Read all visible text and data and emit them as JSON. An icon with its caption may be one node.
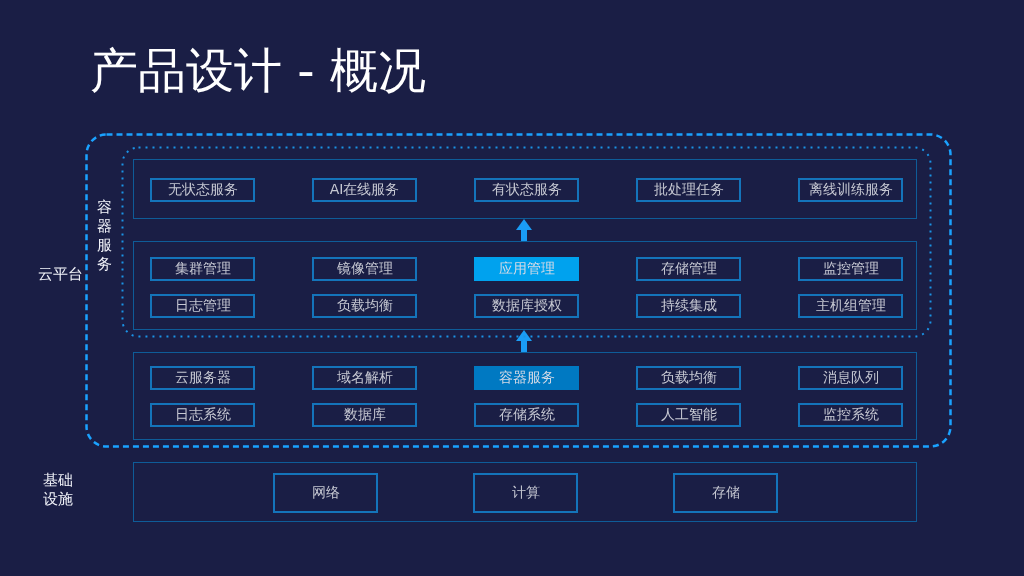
{
  "diagram": {
    "title": "产品设计 - 概况",
    "nodes": [
      {
        "text": [
          "云平台"
        ]
      },
      {
        "text": [
          "容器服务"
        ],
        "in": 0
      },
      {
        "text": [],
        "shape": "box",
        "in": 1
      },
      {
        "text": [
          "无状态服务"
        ],
        "in": 2
      },
      {
        "text": [
          "AI在线服务"
        ],
        "in": 2
      },
      {
        "text": [
          "有状态服务"
        ],
        "in": 2
      },
      {
        "text": [
          "批处理任务"
        ],
        "in": 2
      },
      {
        "text": [
          "离线训练服务"
        ],
        "in": 2
      },
      {
        "text": [],
        "shape": "box",
        "in": 1
      },
      {
        "text": [
          "集群管理"
        ],
        "in": 8
      },
      {
        "text": [
          "镜像管理"
        ],
        "in": 8
      },
      {
        "text": [
          "应用管理"
        ],
        "in": 8
      },
      {
        "text": [
          "存储管理"
        ],
        "in": 8
      },
      {
        "text": [
          "监控管理"
        ],
        "in": 8
      },
      {
        "text": [
          "日志管理"
        ],
        "in": 8
      },
      {
        "text": [
          "负载均衡"
        ],
        "in": 8
      },
      {
        "text": [
          "数据库授权"
        ],
        "in": 8
      },
      {
        "text": [
          "持续集成"
        ],
        "in": 8
      },
      {
        "text": [
          "主机组管理"
        ],
        "in": 8
      },
      {
        "text": [],
        "shape": "box",
        "in": 0
      },
      {
        "text": [
          "云服务器"
        ],
        "in": 19
      },
      {
        "text": [
          "域名解析"
        ],
        "in": 19
      },
      {
        "text": [
          "容器服务"
        ],
        "in": 19
      },
      {
        "text": [
          "负载均衡"
        ],
        "in": 19
      },
      {
        "text": [
          "消息队列"
        ],
        "in": 19
      },
      {
        "text": [
          "日志系统"
        ],
        "in": 19
      },
      {
        "text": [
          "数据库"
        ],
        "in": 19
      },
      {
        "text": [
          "存储系统"
        ],
        "in": 19
      },
      {
        "text": [
          "人工智能"
        ],
        "in": 19
      },
      {
        "text": [
          "监控系统"
        ],
        "in": 19
      },
      {
        "text": [
          "基础设施"
        ]
      },
      {
        "text": [
          "网络"
        ],
        "in": 30
      },
      {
        "text": [
          "计算"
        ],
        "in": 30
      },
      {
        "text": [
          "存储"
        ],
        "in": 30
      }
    ],
    "edges": [
      {
        "from": 8,
        "to": 2,
        "arrow": "to"
      },
      {
        "from": 19,
        "to": 8,
        "arrow": "to"
      }
    ]
  }
}
